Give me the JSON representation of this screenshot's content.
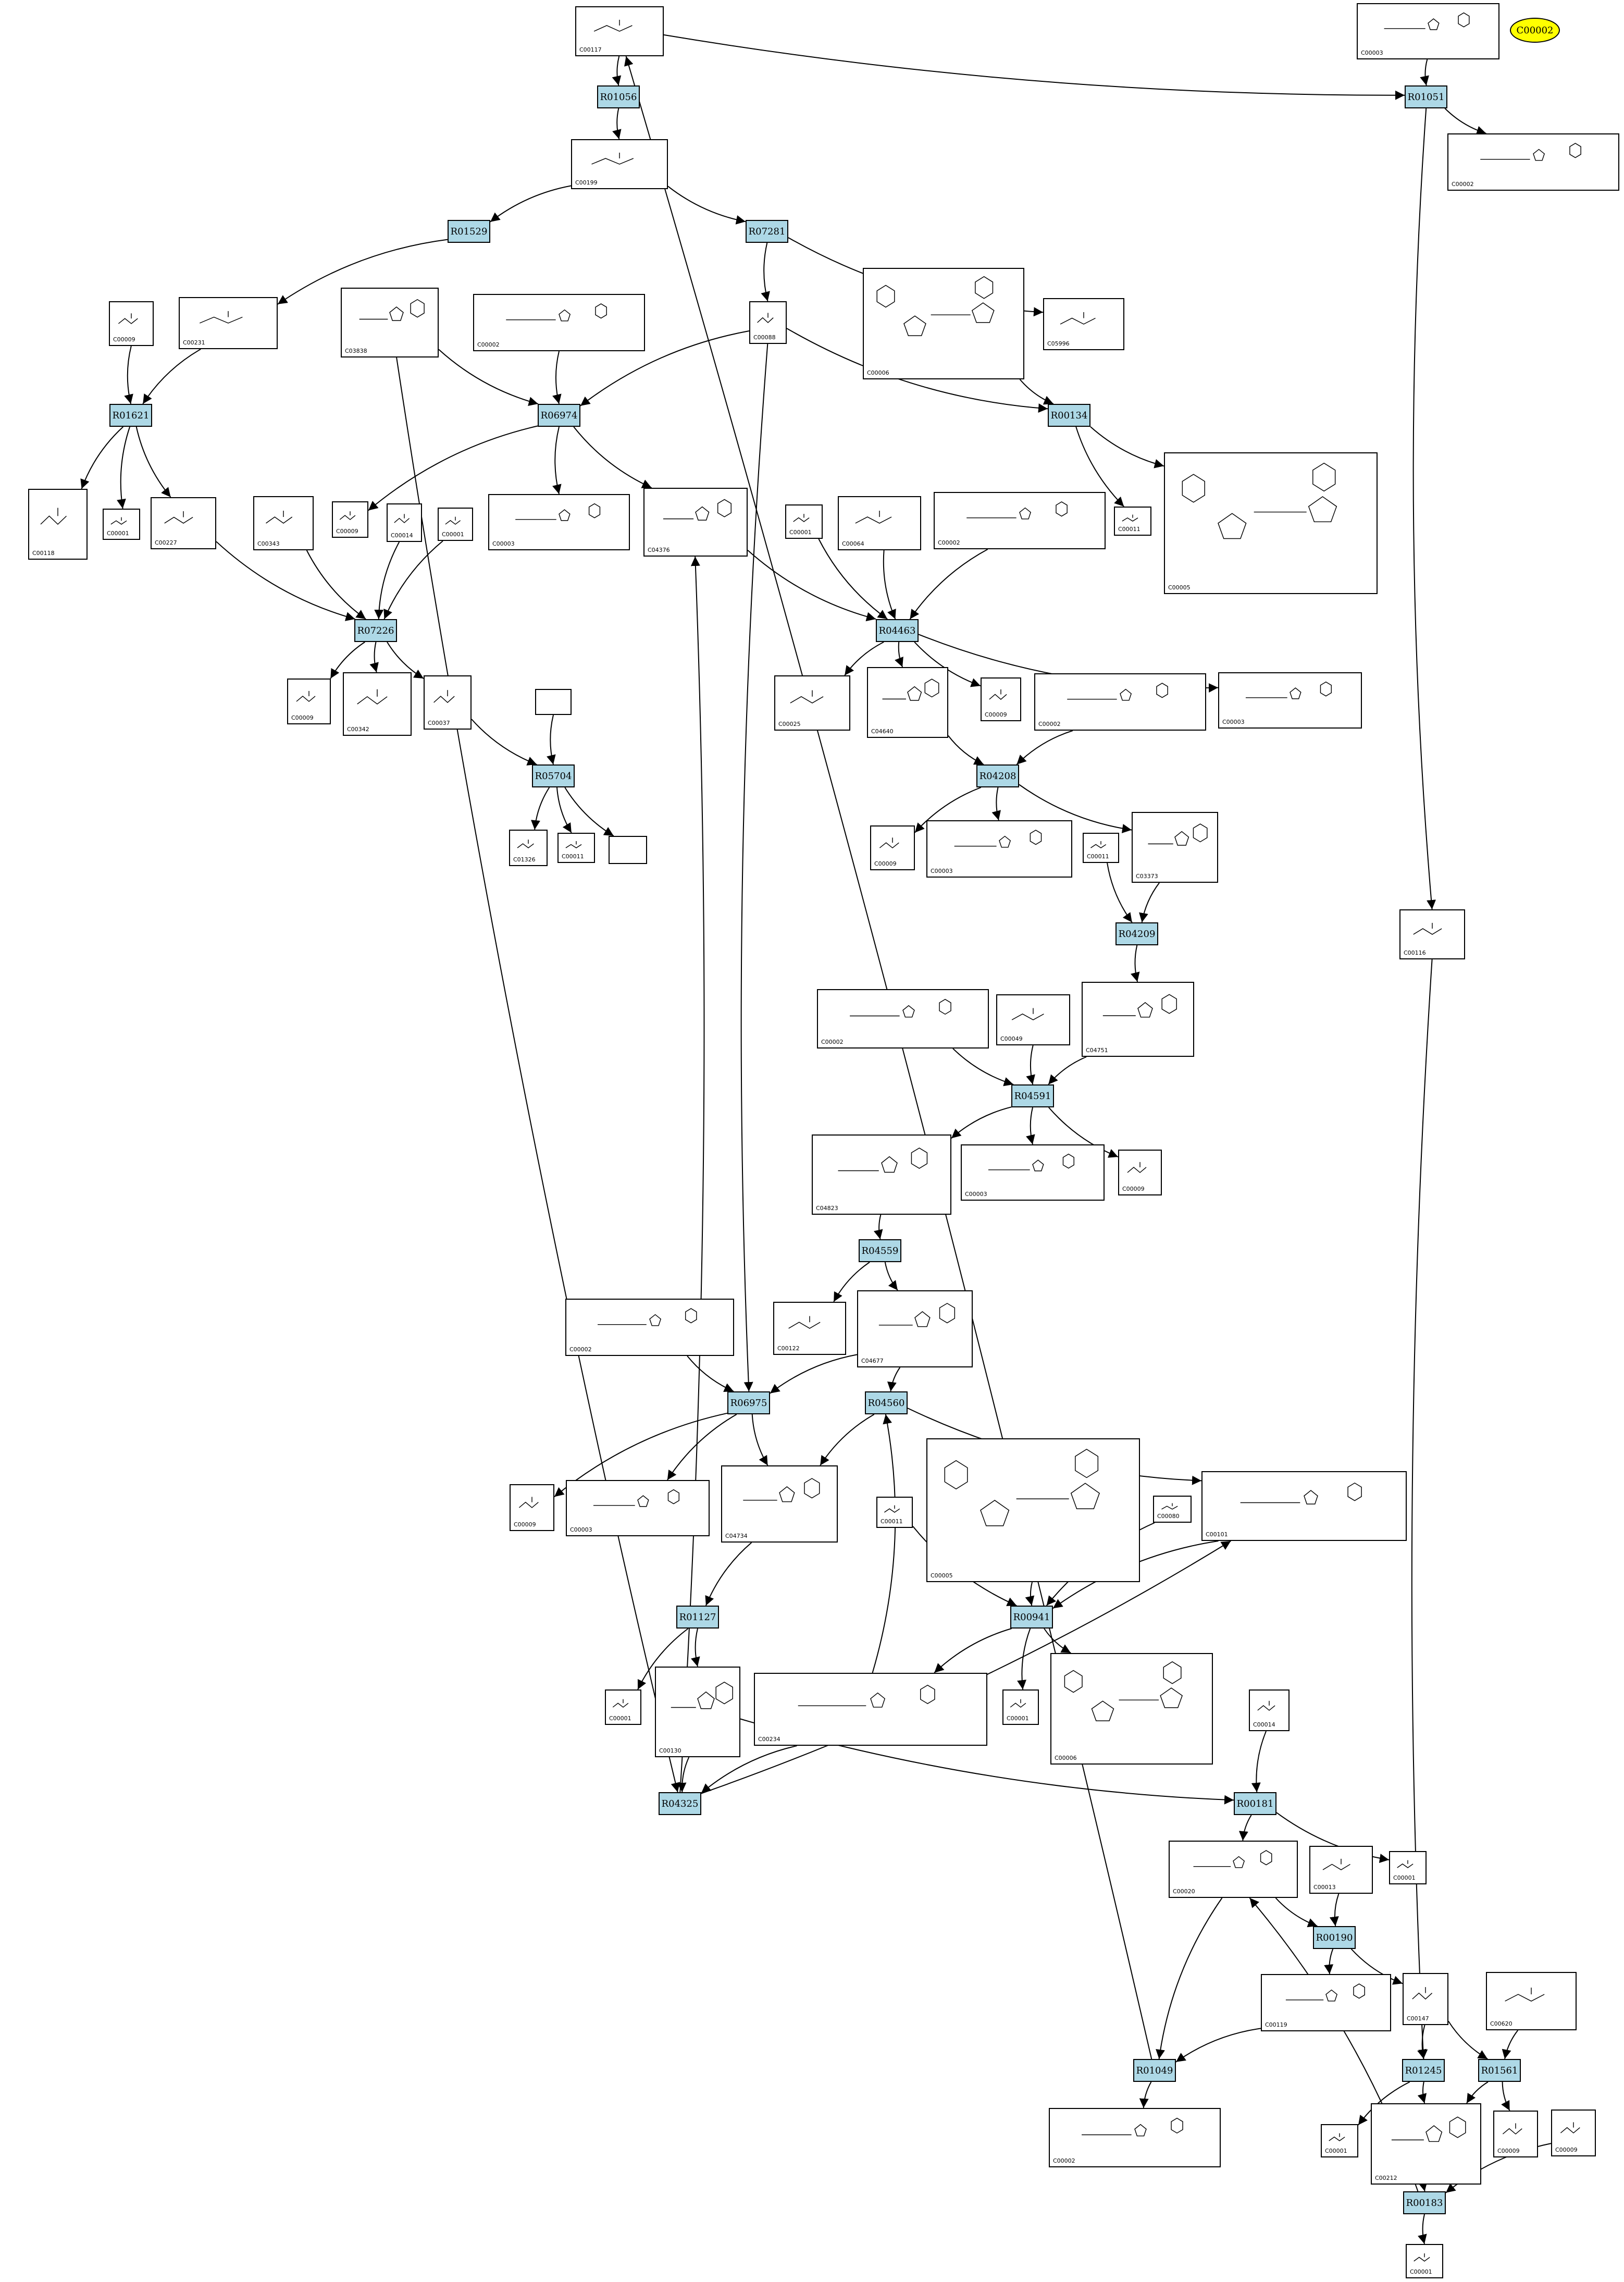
{
  "legend": {
    "label": "C00002",
    "color": "#ffff00"
  },
  "colors": {
    "reaction_fill": "#add8e6",
    "border": "#000000",
    "background": "#ffffff"
  },
  "reactions": [
    {
      "id": "R01056",
      "label": "R01056"
    },
    {
      "id": "R01051",
      "label": "R01051"
    },
    {
      "id": "R01529",
      "label": "R01529"
    },
    {
      "id": "R07281",
      "label": "R07281"
    },
    {
      "id": "R01621",
      "label": "R01621"
    },
    {
      "id": "R06974",
      "label": "R06974"
    },
    {
      "id": "R00134",
      "label": "R00134"
    },
    {
      "id": "R07226",
      "label": "R07226"
    },
    {
      "id": "R04463",
      "label": "R04463"
    },
    {
      "id": "R05704",
      "label": "R05704"
    },
    {
      "id": "R04208",
      "label": "R04208"
    },
    {
      "id": "R04209",
      "label": "R04209"
    },
    {
      "id": "R04591",
      "label": "R04591"
    },
    {
      "id": "R04559",
      "label": "R04559"
    },
    {
      "id": "R06975",
      "label": "R06975"
    },
    {
      "id": "R04560",
      "label": "R04560"
    },
    {
      "id": "R01127",
      "label": "R01127"
    },
    {
      "id": "R00941",
      "label": "R00941"
    },
    {
      "id": "R04325",
      "label": "R04325"
    },
    {
      "id": "R00181",
      "label": "R00181"
    },
    {
      "id": "R00190",
      "label": "R00190"
    },
    {
      "id": "R01049",
      "label": "R01049"
    },
    {
      "id": "R01245",
      "label": "R01245"
    },
    {
      "id": "R01561",
      "label": "R01561"
    },
    {
      "id": "R00183",
      "label": "R00183"
    }
  ],
  "compounds": [
    {
      "id": "c_C00117",
      "label": "C00117"
    },
    {
      "id": "c_C00003_top",
      "label": "C00003"
    },
    {
      "id": "c_C00002_a",
      "label": "C00002"
    },
    {
      "id": "c_C00199",
      "label": "C00199"
    },
    {
      "id": "c_C00009_a",
      "label": "C00009"
    },
    {
      "id": "c_C00231",
      "label": "C00231"
    },
    {
      "id": "c_C03838",
      "label": "C03838"
    },
    {
      "id": "c_C00002_b",
      "label": "C00002"
    },
    {
      "id": "c_C00088",
      "label": "C00088"
    },
    {
      "id": "c_C00006_a",
      "label": "C00006"
    },
    {
      "id": "c_C05996",
      "label": "C05996"
    },
    {
      "id": "c_C00118",
      "label": "C00118"
    },
    {
      "id": "c_C00001_a",
      "label": "C00001"
    },
    {
      "id": "c_C00227",
      "label": "C00227"
    },
    {
      "id": "c_C00343",
      "label": "C00343"
    },
    {
      "id": "c_C00009_b",
      "label": "C00009"
    },
    {
      "id": "c_C00014_a",
      "label": "C00014"
    },
    {
      "id": "c_C00001_b",
      "label": "C00001"
    },
    {
      "id": "c_C00003_a",
      "label": "C00003"
    },
    {
      "id": "c_C04376",
      "label": "C04376"
    },
    {
      "id": "c_C00001_c",
      "label": "C00001"
    },
    {
      "id": "c_C00064",
      "label": "C00064"
    },
    {
      "id": "c_C00002_c",
      "label": "C00002"
    },
    {
      "id": "c_C00011_a",
      "label": "C00011"
    },
    {
      "id": "c_C00005",
      "label": "C00005"
    },
    {
      "id": "c_C00009_c",
      "label": "C00009"
    },
    {
      "id": "c_C00342",
      "label": "C00342"
    },
    {
      "id": "c_C00037",
      "label": "C00037"
    },
    {
      "id": "c_blank_a",
      "label": ""
    },
    {
      "id": "c_C00025",
      "label": "C00025"
    },
    {
      "id": "c_C04640",
      "label": "C04640"
    },
    {
      "id": "c_C00009_d",
      "label": "C00009"
    },
    {
      "id": "c_C00002_d",
      "label": "C00002"
    },
    {
      "id": "c_C00003_b",
      "label": "C00003"
    },
    {
      "id": "c_C01326",
      "label": "C01326"
    },
    {
      "id": "c_C00011_b",
      "label": "C00011"
    },
    {
      "id": "c_blank_b",
      "label": ""
    },
    {
      "id": "c_C00009_e",
      "label": "C00009"
    },
    {
      "id": "c_C00003_c",
      "label": "C00003"
    },
    {
      "id": "c_C00011_c",
      "label": "C00011"
    },
    {
      "id": "c_C03373",
      "label": "C03373"
    },
    {
      "id": "c_C00116",
      "label": "C00116"
    },
    {
      "id": "c_C00002_e",
      "label": "C00002"
    },
    {
      "id": "c_C00049",
      "label": "C00049"
    },
    {
      "id": "c_C04751",
      "label": "C04751"
    },
    {
      "id": "c_C04823",
      "label": "C04823"
    },
    {
      "id": "c_C00003_d",
      "label": "C00003"
    },
    {
      "id": "c_C00009_f",
      "label": "C00009"
    },
    {
      "id": "c_C00122",
      "label": "C00122"
    },
    {
      "id": "c_C04677",
      "label": "C04677"
    },
    {
      "id": "c_C00002_f",
      "label": "C00002"
    },
    {
      "id": "c_C00009_g",
      "label": "C00009"
    },
    {
      "id": "c_C00003_e",
      "label": "C00003"
    },
    {
      "id": "c_C04734",
      "label": "C04734"
    },
    {
      "id": "c_C00011_d",
      "label": "C00011"
    },
    {
      "id": "c_C00005_b",
      "label": "C00005"
    },
    {
      "id": "c_C00080",
      "label": "C00080"
    },
    {
      "id": "c_C00101",
      "label": "C00101"
    },
    {
      "id": "c_C00001_d",
      "label": "C00001"
    },
    {
      "id": "c_C00130",
      "label": "C00130"
    },
    {
      "id": "c_C00234",
      "label": "C00234"
    },
    {
      "id": "c_C00001_e",
      "label": "C00001"
    },
    {
      "id": "c_C00006_b",
      "label": "C00006"
    },
    {
      "id": "c_C00014_b",
      "label": "C00014"
    },
    {
      "id": "c_C00001_f",
      "label": "C00001"
    },
    {
      "id": "c_C00020",
      "label": "C00020"
    },
    {
      "id": "c_C00013",
      "label": "C00013"
    },
    {
      "id": "c_C00119",
      "label": "C00119"
    },
    {
      "id": "c_C00147",
      "label": "C00147"
    },
    {
      "id": "c_C00620",
      "label": "C00620"
    },
    {
      "id": "c_C00002_g",
      "label": "C00002"
    },
    {
      "id": "c_C00001_g",
      "label": "C00001"
    },
    {
      "id": "c_C00212",
      "label": "C00212"
    },
    {
      "id": "c_C00009_h",
      "label": "C00009"
    },
    {
      "id": "c_C00009_i",
      "label": "C00009"
    },
    {
      "id": "c_C00001_h",
      "label": "C00001"
    }
  ]
}
